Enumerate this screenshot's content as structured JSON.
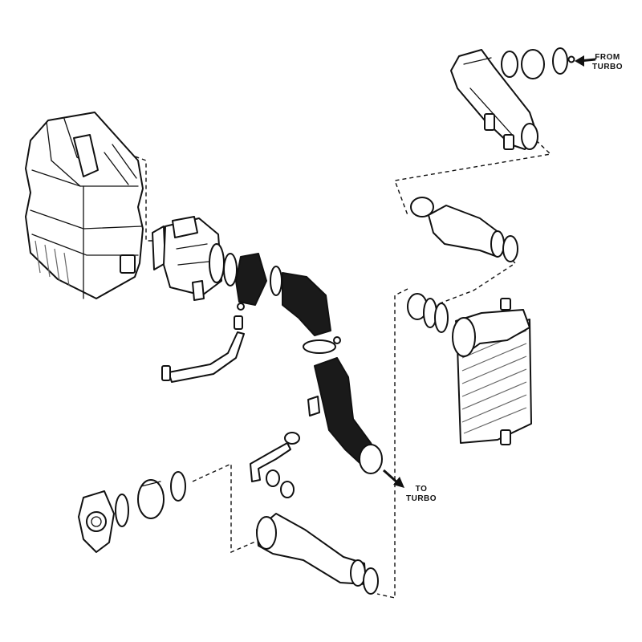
{
  "labels": {
    "from_turbo": [
      "FROM",
      "TURBO"
    ],
    "to_turbo": [
      "TO",
      "TURBO"
    ]
  },
  "colors": {
    "line": "#111111",
    "background": "#ffffff",
    "hose_fill": "#1a1a1a"
  }
}
